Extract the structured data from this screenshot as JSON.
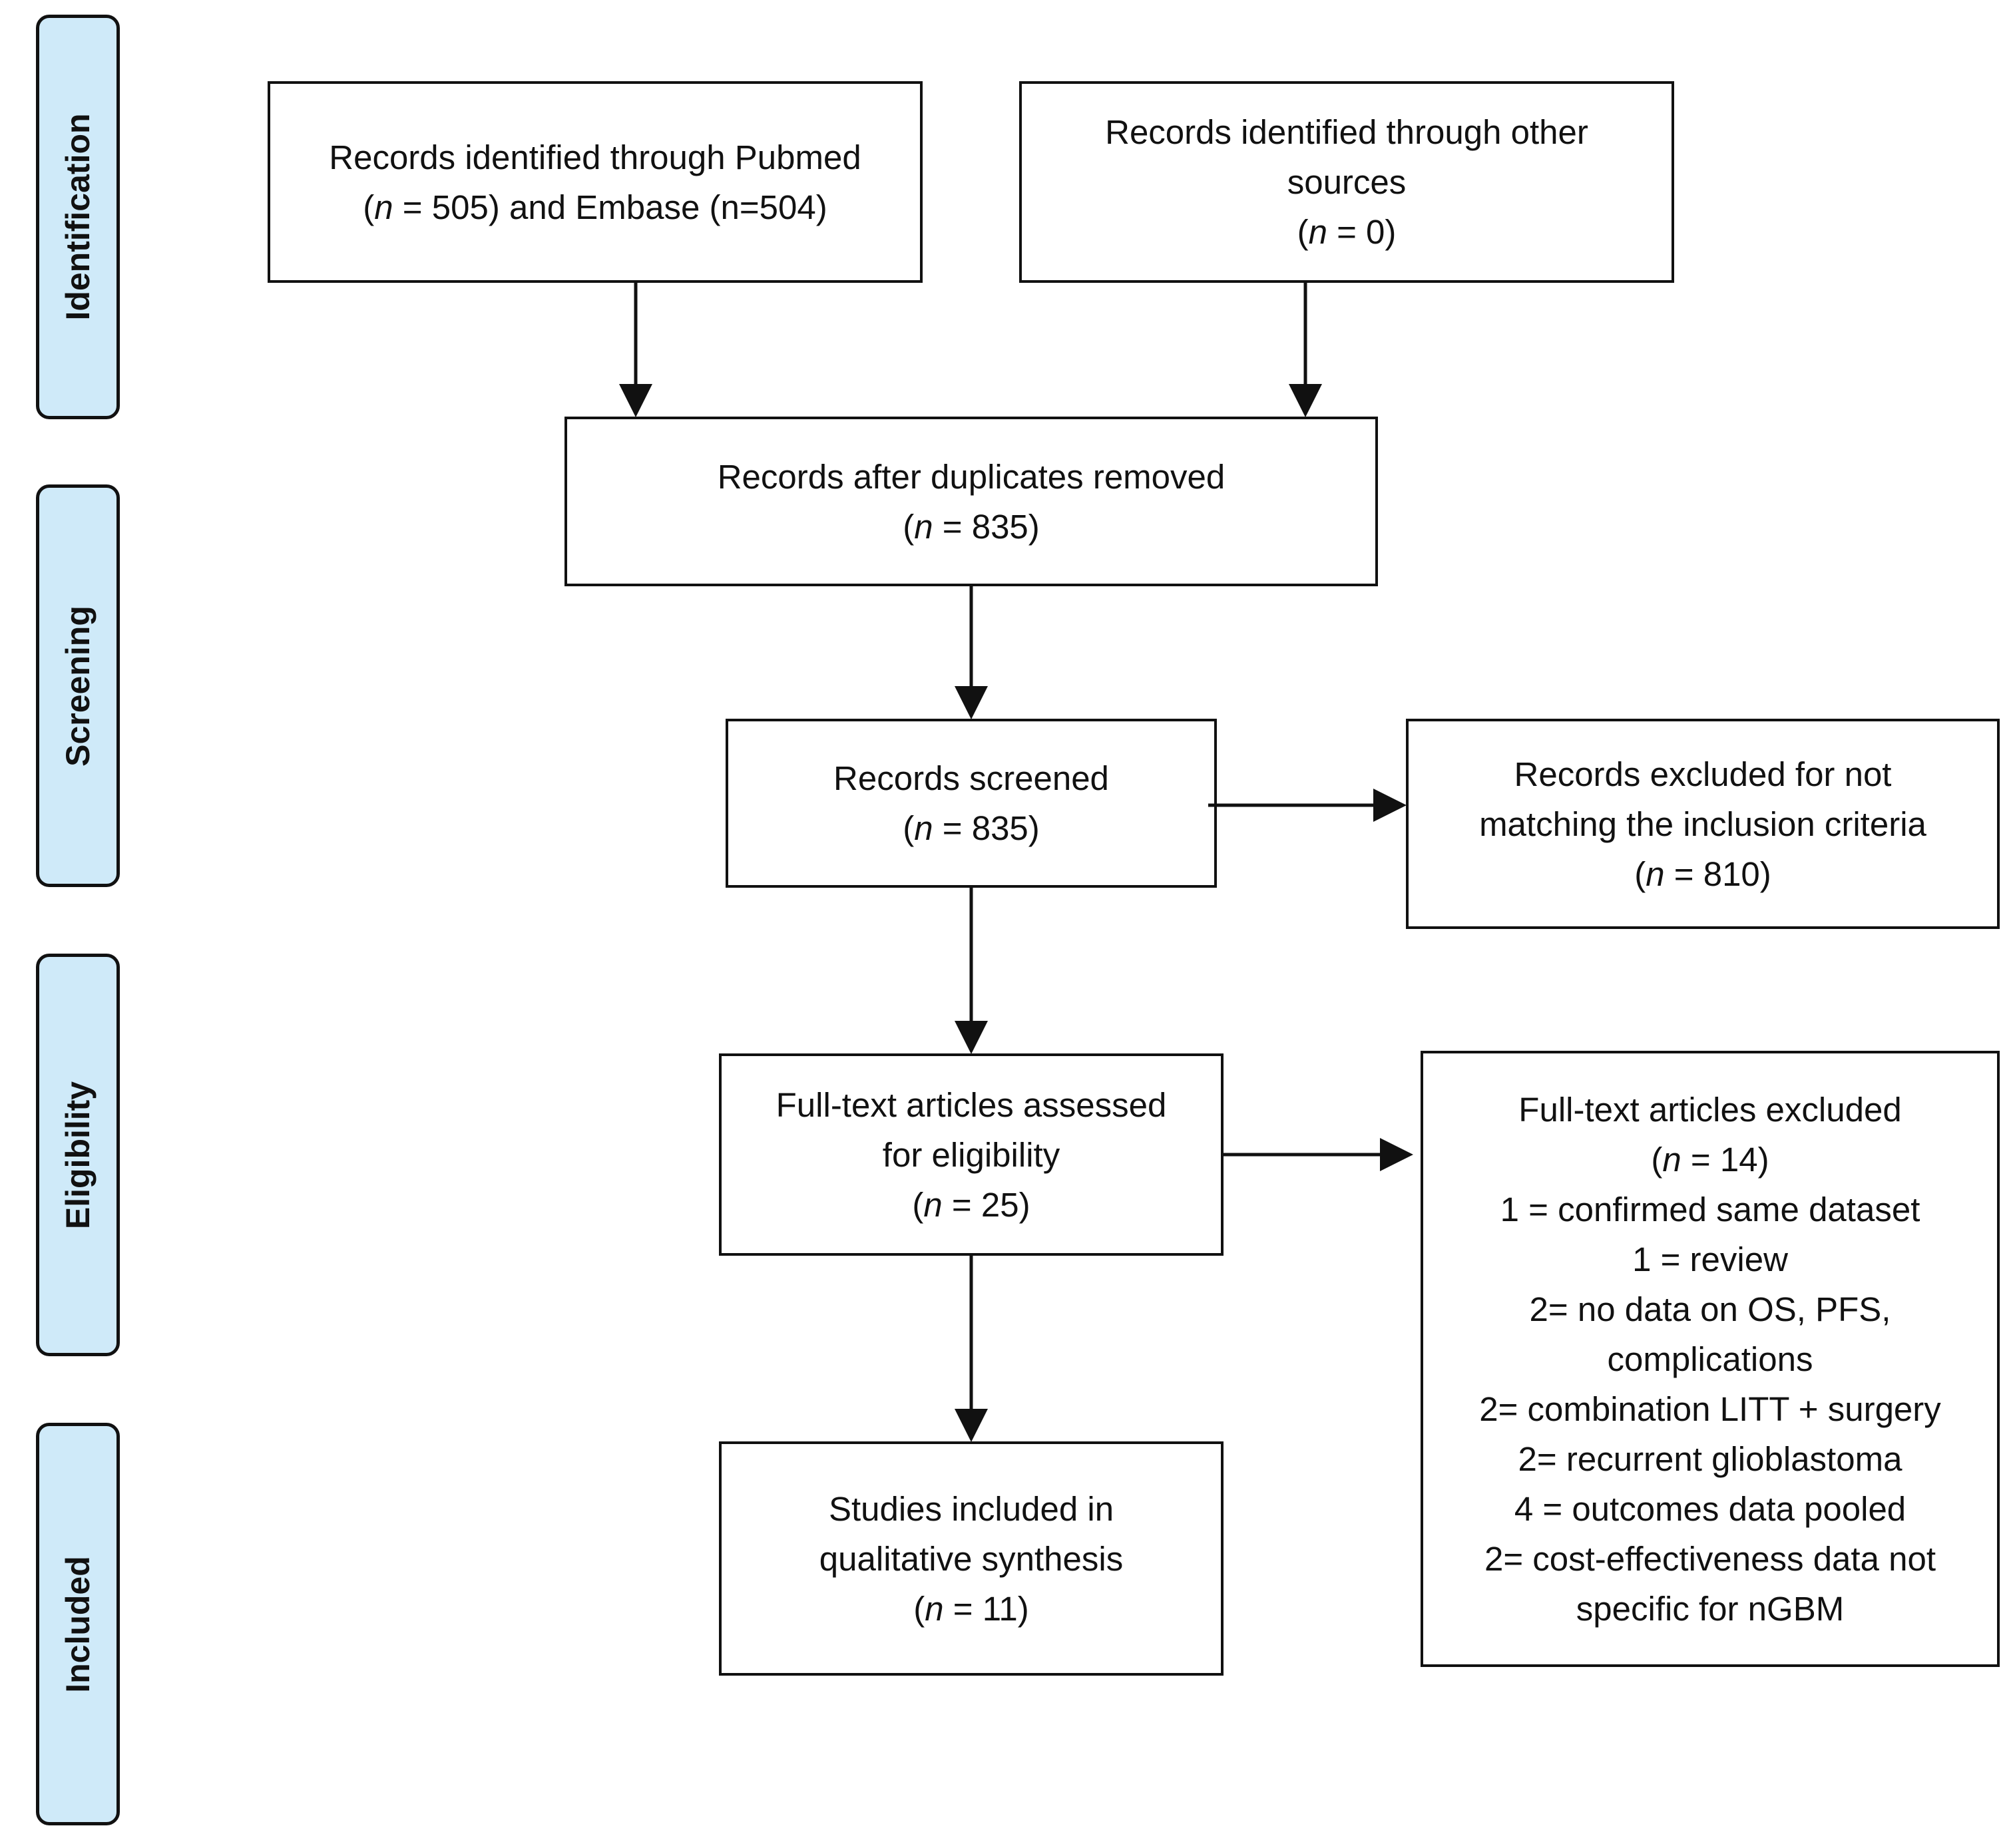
{
  "phases": {
    "identification": "Identification",
    "screening": "Screening",
    "eligibility": "Eligibility",
    "included": "Included"
  },
  "boxes": {
    "pubmed_embase": {
      "line1": "Records identified through Pubmed",
      "line2_pre": "(",
      "line2_n": "n",
      "line2_post": " = 505) and Embase (n=504)"
    },
    "other_sources": {
      "line1": "Records identified through other",
      "line2": "sources",
      "line3_pre": "(",
      "line3_n": "n",
      "line3_post": " = 0)"
    },
    "duplicates_removed": {
      "line1": "Records after duplicates removed",
      "line2_pre": "(",
      "line2_n": "n",
      "line2_post": " = 835)"
    },
    "screened": {
      "line1": "Records screened",
      "line2_pre": "(",
      "line2_n": "n",
      "line2_post": " = 835)"
    },
    "excluded_screening": {
      "line1": "Records excluded for not",
      "line2": "matching the inclusion criteria",
      "line3_pre": "(",
      "line3_n": "n",
      "line3_post": " = 810)"
    },
    "full_text_assessed": {
      "line1": "Full-text articles assessed",
      "line2": "for eligibility",
      "line3_pre": "(",
      "line3_n": "n",
      "line3_post": " =  25)"
    },
    "full_text_excluded": {
      "title": "Full-text articles excluded",
      "count_pre": "(",
      "count_n": "n",
      "count_post": " = 14)",
      "reasons": [
        "1 = confirmed same dataset",
        "1 = review",
        "2= no data on OS, PFS,",
        "complications",
        "2= combination LITT + surgery",
        "2= recurrent glioblastoma",
        "4 = outcomes data pooled",
        "2= cost-effectiveness data not",
        "specific for nGBM"
      ]
    },
    "included_studies": {
      "line1": "Studies included in",
      "line2": "qualitative synthesis",
      "line3_pre": "(",
      "line3_n": "n",
      "line3_post": " = 11)"
    }
  }
}
